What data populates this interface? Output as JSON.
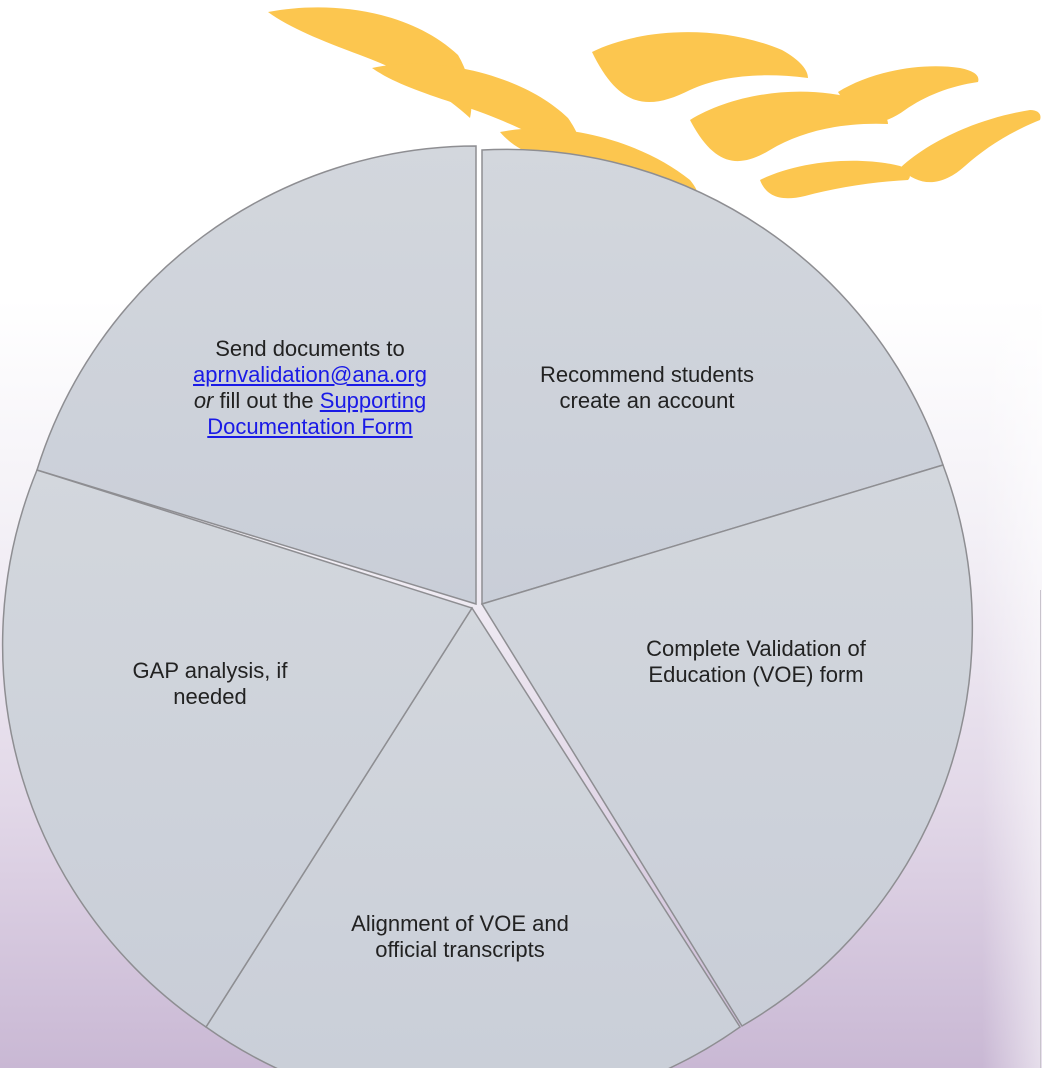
{
  "diagram": {
    "type": "cycle-pie",
    "colors": {
      "segment_fill": "#cdd2da",
      "segment_stroke": "#8e8e92",
      "leaf_fill": "#fcc64f",
      "link": "#1a1ae6",
      "text": "#222222"
    },
    "segments": [
      {
        "id": "recommend",
        "text": "Recommend students create an account"
      },
      {
        "id": "voe",
        "text": "Complete Validation of Education (VOE) form"
      },
      {
        "id": "alignment",
        "text": "Alignment of VOE and official transcripts"
      },
      {
        "id": "gap",
        "text": "GAP analysis, if needed"
      },
      {
        "id": "send",
        "line1": "Send documents to",
        "email_link": "aprnvalidation@ana.org",
        "or_word": "or",
        "fill_text": " fill out the ",
        "form_link_1": "Supporting",
        "form_link_2": "Documentation Form"
      }
    ],
    "decoration": {
      "leaves_icon": "wheat-leaves"
    }
  }
}
